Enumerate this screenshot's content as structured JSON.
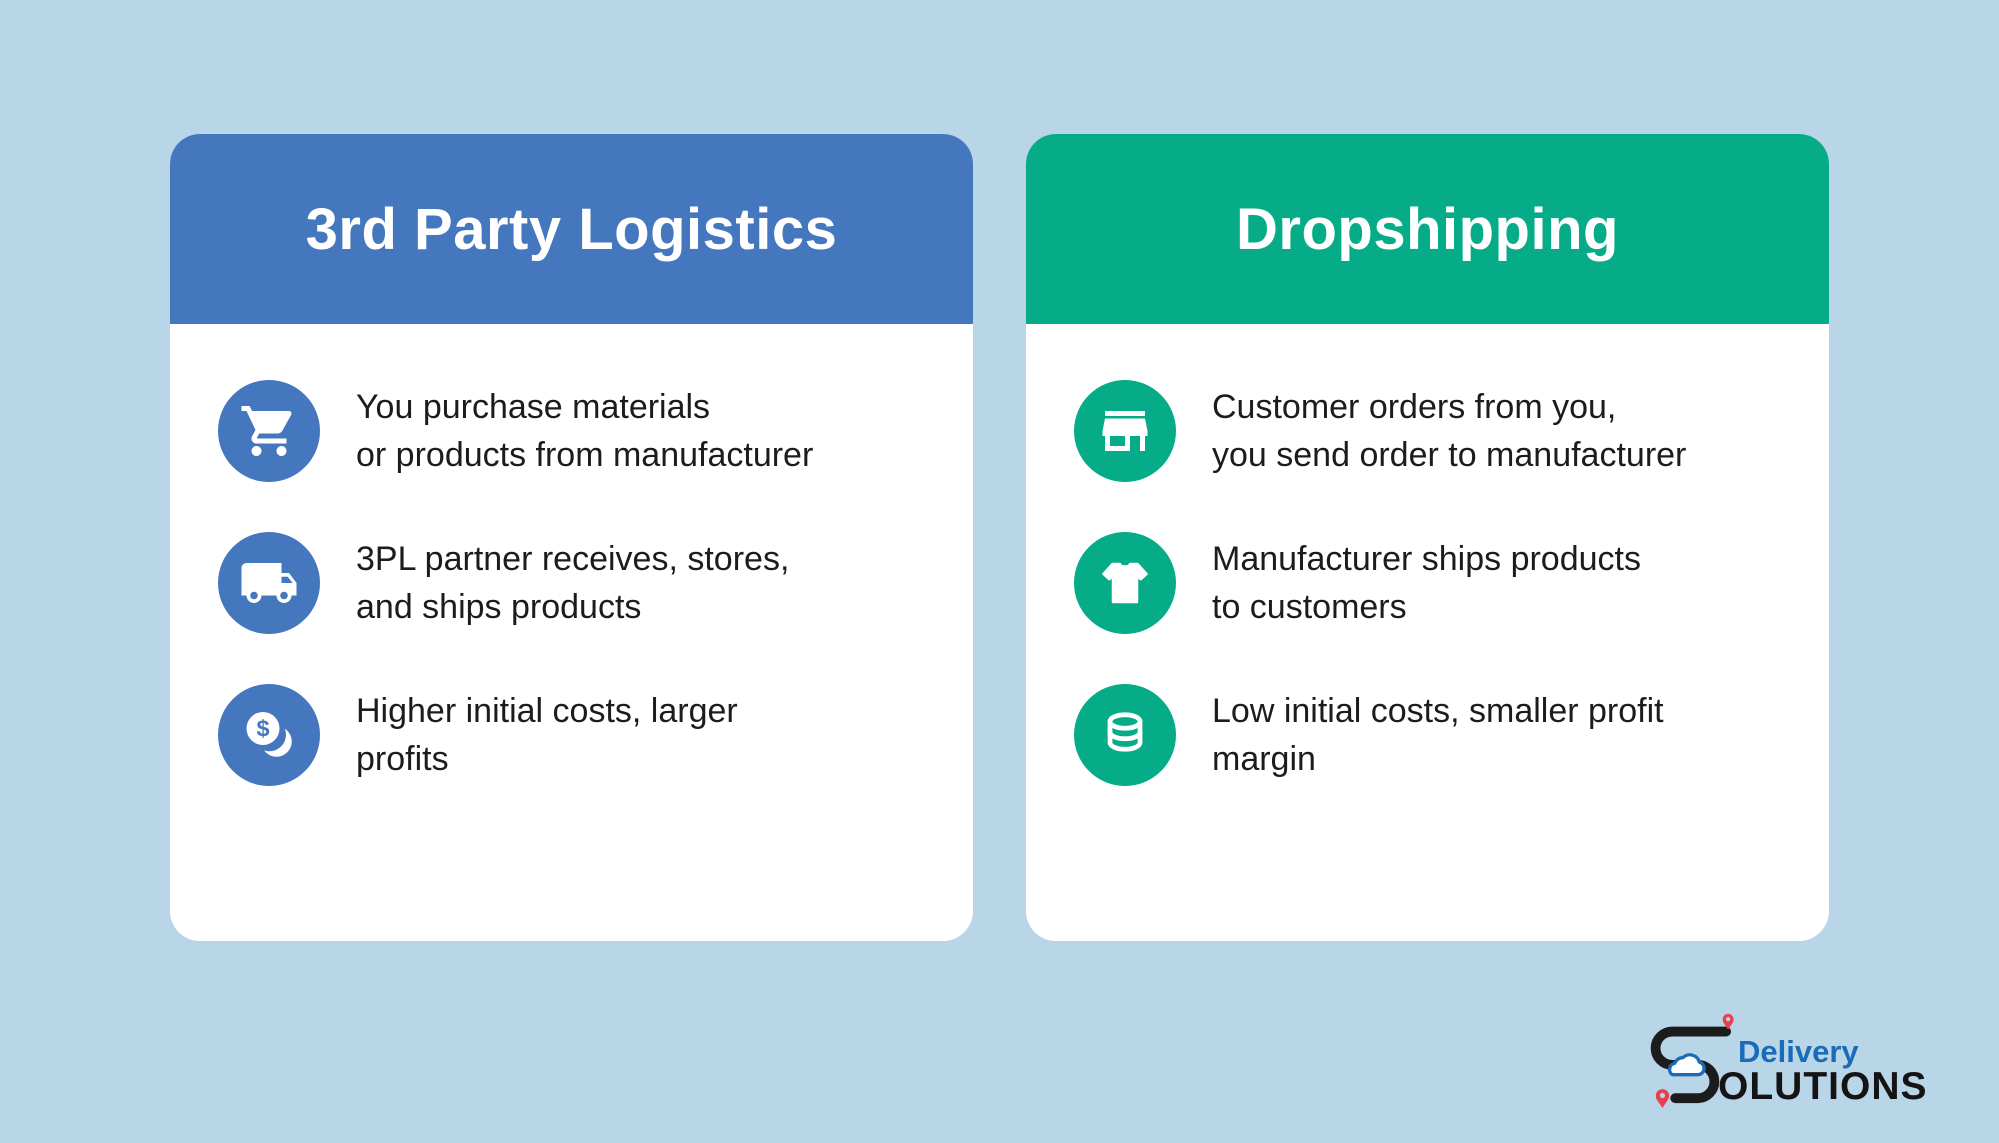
{
  "cards": [
    {
      "title": "3rd Party Logistics",
      "accent": "#4577be",
      "items": [
        {
          "icon": "shopping-cart-icon",
          "text": "You purchase materials\nor products from manufacturer"
        },
        {
          "icon": "delivery-truck-icon",
          "text": "3PL partner receives, stores,\nand ships products"
        },
        {
          "icon": "dollar-coins-icon",
          "text": "Higher initial costs, larger\nprofits"
        }
      ]
    },
    {
      "title": "Dropshipping",
      "accent": "#05ac87",
      "items": [
        {
          "icon": "storefront-icon",
          "text": "Customer orders from you,\nyou send order to manufacturer"
        },
        {
          "icon": "t-shirt-icon",
          "text": "Manufacturer ships products\nto customers"
        },
        {
          "icon": "coin-stack-icon",
          "text": "Low initial costs, smaller profit\nmargin"
        }
      ]
    }
  ],
  "logo": {
    "line1": "Delivery",
    "line2": "OLUTIONS"
  },
  "colors": {
    "bg": "#b8d6e8",
    "blue": "#4577be",
    "green": "#05ac87",
    "ink": "#1c1c1c",
    "logo-blue": "#1b6cb8",
    "logo-red": "#e8414d"
  }
}
